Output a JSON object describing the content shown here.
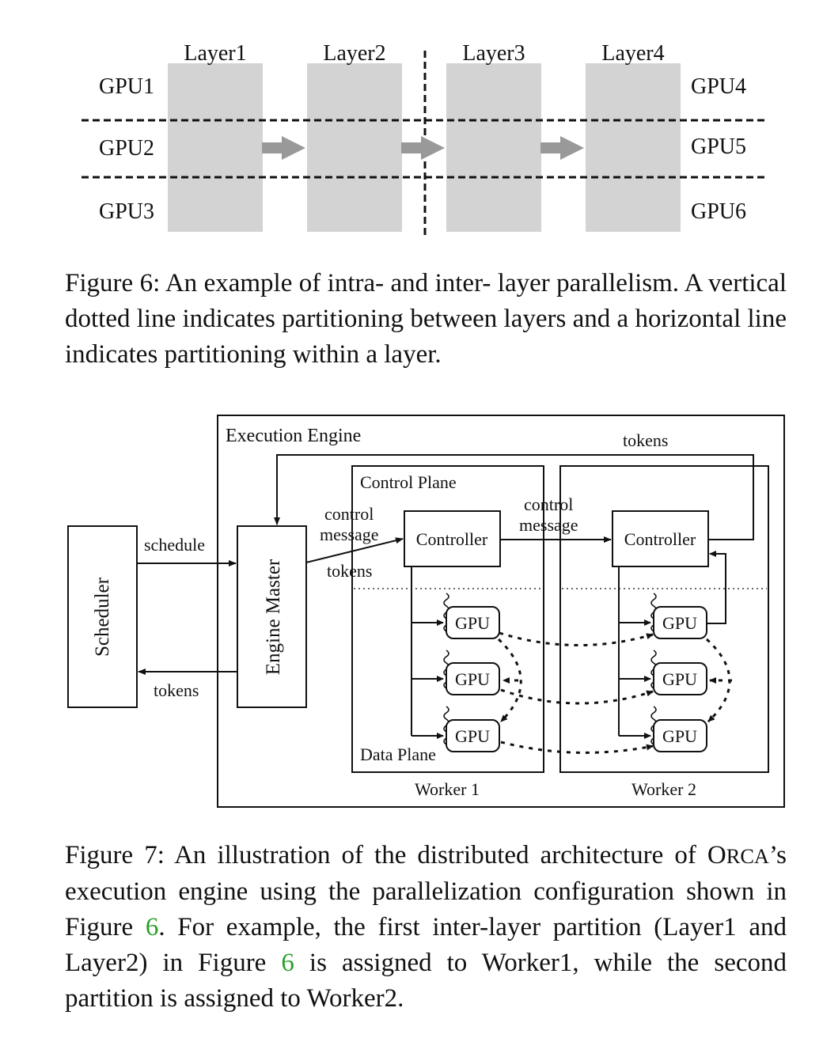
{
  "figure6": {
    "layers": [
      "Layer1",
      "Layer2",
      "Layer3",
      "Layer4"
    ],
    "gpus_left": [
      "GPU1",
      "GPU2",
      "GPU3"
    ],
    "gpus_right": [
      "GPU4",
      "GPU5",
      "GPU6"
    ],
    "caption": "Figure 6: An example of intra- and inter- layer parallelism. A vertical dotted line indicates partitioning between layers and a horizontal line indicates partitioning within a layer."
  },
  "figure7": {
    "scheduler": "Scheduler",
    "schedule": "schedule",
    "tokens": "tokens",
    "engine_master": "Engine Master",
    "execution_engine": "Execution Engine",
    "control_plane": "Control Plane",
    "data_plane": "Data Plane",
    "control": "control",
    "message": "message",
    "controller": "Controller",
    "gpu": "GPU",
    "worker1": "Worker 1",
    "worker2": "Worker 2",
    "caption": {
      "part1": "Figure 7: An illustration of the distributed architecture of ",
      "orca_o": "O",
      "orca_rest": "RCA",
      "part2": "’s execution engine using the parallelization configuration shown in Figure ",
      "ref1": "6",
      "part3": ". For example, the first inter-layer partition (Layer1 and Layer2) in Figure ",
      "ref2": "6",
      "part4": " is assigned to Worker1, while the second partition is assigned to Worker2."
    }
  }
}
